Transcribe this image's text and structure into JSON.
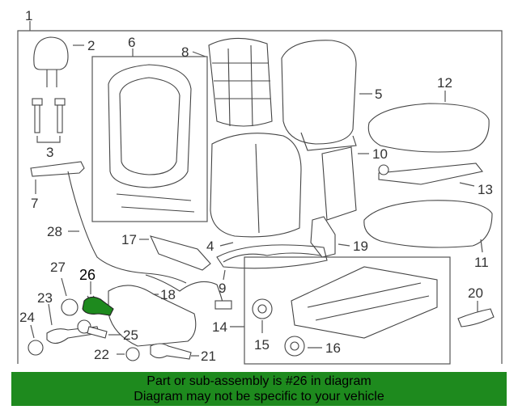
{
  "diagram": {
    "callouts": {
      "c1": "1",
      "c2": "2",
      "c3": "3",
      "c4": "4",
      "c5": "5",
      "c6": "6",
      "c7": "7",
      "c8": "8",
      "c9": "9",
      "c10": "10",
      "c11": "11",
      "c12": "12",
      "c13": "13",
      "c14": "14",
      "c15": "15",
      "c16": "16",
      "c17": "17",
      "c18": "18",
      "c19": "19",
      "c20": "20",
      "c21": "21",
      "c22": "22",
      "c23": "23",
      "c24": "24",
      "c25": "25",
      "c26": "26",
      "c27": "27",
      "c28": "28"
    },
    "highlight_part": "26",
    "highlight_color": "#1e8a1e"
  },
  "footer": {
    "line1": "Part or sub-assembly is #26 in diagram",
    "line2": "Diagram may not be specific to your vehicle",
    "background": "#1e8a1e"
  }
}
